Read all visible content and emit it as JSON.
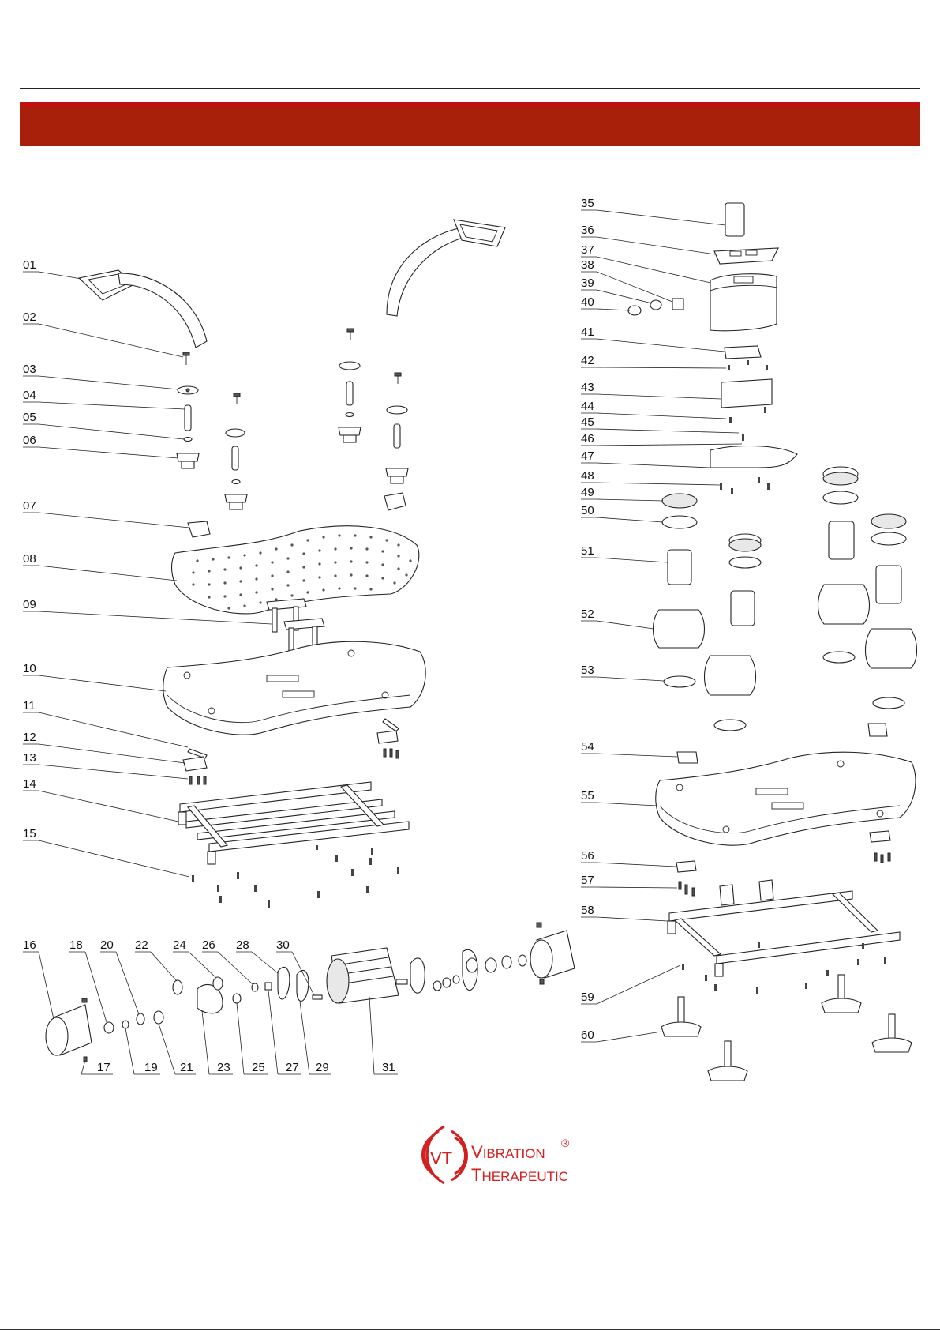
{
  "header": {
    "band_color": "#a8200a",
    "accent_color": "#c01010"
  },
  "callouts": [
    "01",
    "02",
    "03",
    "04",
    "05",
    "06",
    "07",
    "08",
    "09",
    "10",
    "11",
    "12",
    "13",
    "14",
    "15",
    "16",
    "17",
    "18",
    "19",
    "20",
    "21",
    "22",
    "23",
    "24",
    "25",
    "26",
    "27",
    "28",
    "29",
    "30",
    "31",
    "35",
    "36",
    "37",
    "38",
    "39",
    "40",
    "41",
    "42",
    "43",
    "44",
    "45",
    "46",
    "47",
    "48",
    "49",
    "50",
    "51",
    "52",
    "53",
    "54",
    "55",
    "56",
    "57",
    "58",
    "59",
    "60"
  ],
  "logo": {
    "monogram": "VT",
    "line1_initial": "V",
    "line1_rest": "IBRATION",
    "line2_initial": "T",
    "line2_rest": "HERAPEUTIC",
    "registered": "®",
    "color": "#d21f1f"
  }
}
